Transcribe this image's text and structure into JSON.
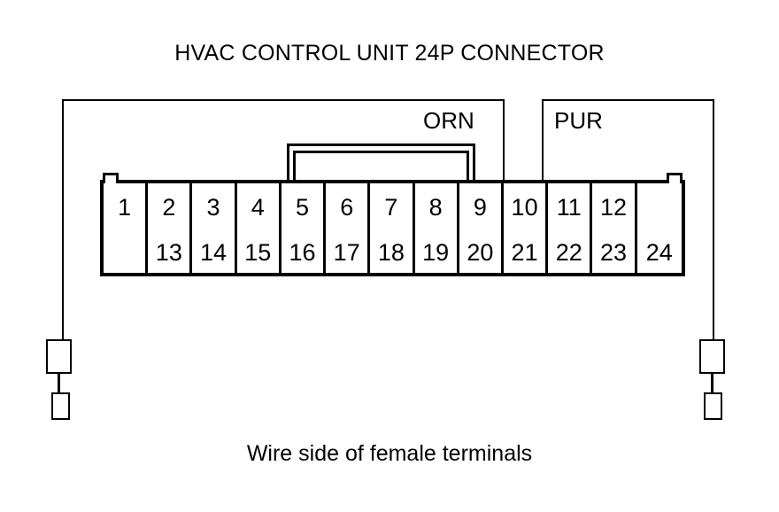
{
  "diagram": {
    "title": "HVAC CONTROL UNIT 24P CONNECTOR",
    "caption": "Wire side of female terminals",
    "view": "Wire side of female terminals",
    "connector_type": "24P",
    "line_color": "#000000",
    "background_color": "#ffffff"
  },
  "wire_labels": [
    {
      "name": "orn-label",
      "text": "ORN",
      "color_name": "Orange",
      "pin": "9"
    },
    {
      "name": "pur-label",
      "text": "PUR",
      "color_name": "Purple",
      "pin": "10"
    }
  ],
  "connector": {
    "top_row": [
      {
        "label": "1"
      },
      {
        "label": "2"
      },
      {
        "label": "3"
      },
      {
        "label": "4"
      },
      {
        "label": "5"
      },
      {
        "label": "6"
      },
      {
        "label": "7"
      },
      {
        "label": "8"
      },
      {
        "label": "9"
      },
      {
        "label": "10"
      },
      {
        "label": "11"
      },
      {
        "label": "12"
      },
      {
        "label": ""
      }
    ],
    "bottom_row": [
      {
        "label": ""
      },
      {
        "label": "13"
      },
      {
        "label": "14"
      },
      {
        "label": "15"
      },
      {
        "label": "16"
      },
      {
        "label": "17"
      },
      {
        "label": "18"
      },
      {
        "label": "19"
      },
      {
        "label": "20"
      },
      {
        "label": "21"
      },
      {
        "label": "22"
      },
      {
        "label": "23"
      },
      {
        "label": "24"
      }
    ]
  },
  "terminals": [
    {
      "name": "terminal-left",
      "wire": "ORN"
    },
    {
      "name": "terminal-right",
      "wire": "PUR"
    }
  ]
}
